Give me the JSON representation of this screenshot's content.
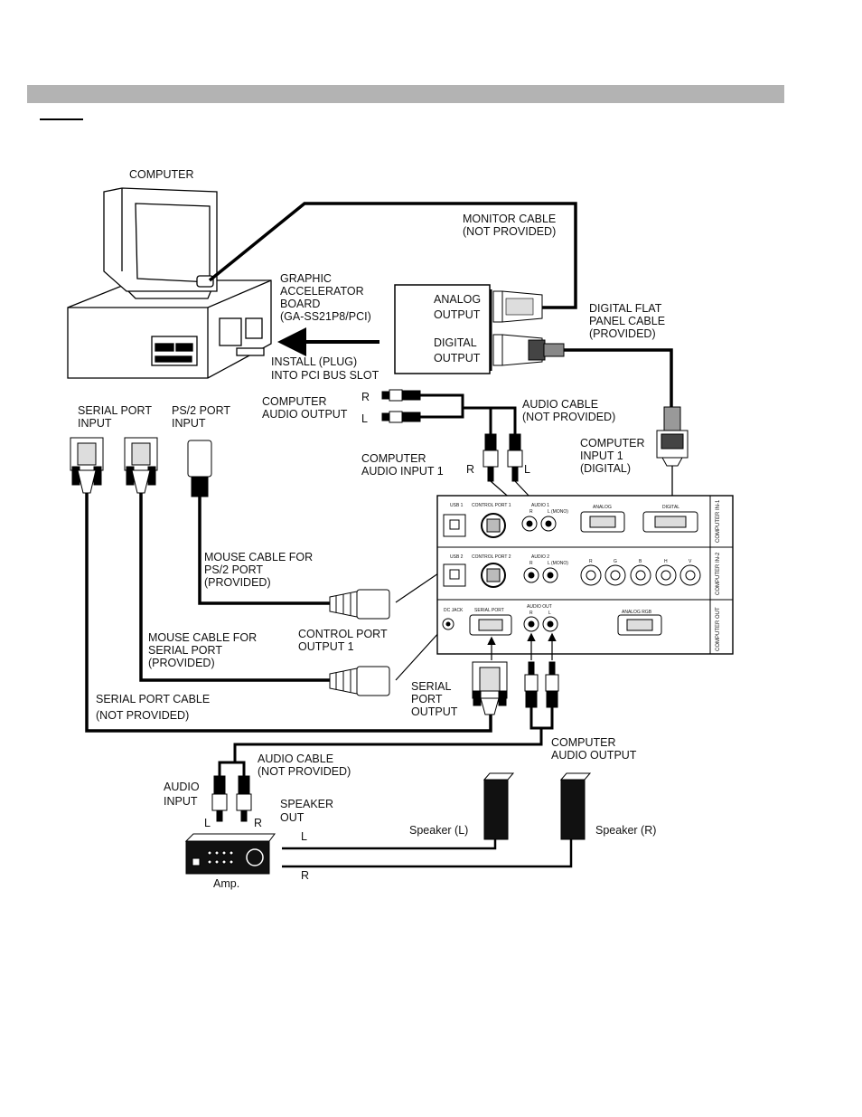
{
  "labels": {
    "computer": "COMPUTER",
    "monitor_cable": [
      "MONITOR CABLE",
      "(NOT PROVIDED)"
    ],
    "graphic_board": [
      "GRAPHIC",
      "ACCELERATOR",
      "BOARD",
      "(GA-SS21P8/PCI)"
    ],
    "analog_output": [
      "ANALOG",
      "OUTPUT"
    ],
    "digital_output": [
      "DIGITAL",
      "OUTPUT"
    ],
    "dfp_cable": [
      "DIGITAL FLAT",
      "PANEL CABLE",
      "(PROVIDED)"
    ],
    "install": [
      "INSTALL (PLUG)",
      "INTO PCI BUS SLOT"
    ],
    "computer_audio_output_top": [
      "COMPUTER",
      "AUDIO OUTPUT"
    ],
    "r": "R",
    "l": "L",
    "audio_cable_top": [
      "AUDIO CABLE",
      "(NOT PROVIDED)"
    ],
    "serial_port_input": [
      "SERIAL PORT",
      "INPUT"
    ],
    "ps2_port_input": [
      "PS/2 PORT",
      "INPUT"
    ],
    "computer_audio_input_1": [
      "COMPUTER",
      "AUDIO INPUT 1"
    ],
    "computer_input_1": [
      "COMPUTER",
      "INPUT 1",
      "(DIGITAL)"
    ],
    "mouse_cable_ps2": [
      "MOUSE CABLE FOR",
      "PS/2 PORT",
      "(PROVIDED)"
    ],
    "control_port_output": [
      "CONTROL PORT",
      "OUTPUT 1"
    ],
    "mouse_cable_serial": [
      "MOUSE CABLE FOR",
      "SERIAL PORT",
      "(PROVIDED)"
    ],
    "serial_port_output": [
      "SERIAL",
      "PORT",
      "OUTPUT"
    ],
    "serial_port_cable": [
      "SERIAL PORT CABLE",
      "(NOT PROVIDED)"
    ],
    "computer_audio_output_bottom": [
      "COMPUTER",
      "AUDIO OUTPUT"
    ],
    "audio_cable_bottom": [
      "AUDIO CABLE",
      "(NOT PROVIDED)"
    ],
    "audio_input": [
      "AUDIO",
      "INPUT"
    ],
    "speaker_out": [
      "SPEAKER",
      "OUT"
    ],
    "speaker_l": "Speaker (L)",
    "speaker_r": "Speaker (R)",
    "amp": "Amp."
  },
  "panel": {
    "row1": {
      "usb": "USB 1",
      "control": "CONTROL PORT 1",
      "audio": "AUDIO 1",
      "r": "R",
      "l": "L (MONO)",
      "analog": "ANALOG",
      "digital": "DIGITAL",
      "side": "COMPUTER IN-1"
    },
    "row2": {
      "usb": "USB 2",
      "control": "CONTROL PORT 2",
      "audio": "AUDIO 2",
      "r": "R",
      "l": "L (MONO)",
      "bnc": [
        "R",
        "G",
        "B",
        "H",
        "V"
      ],
      "side": "COMPUTER IN-2"
    },
    "row3": {
      "dc": "DC JACK",
      "serial": "SERIAL PORT",
      "audio": "AUDIO OUT",
      "r": "R",
      "l": "L",
      "rgb": "ANALOG RGB",
      "side": "COMPUTER OUT"
    }
  }
}
